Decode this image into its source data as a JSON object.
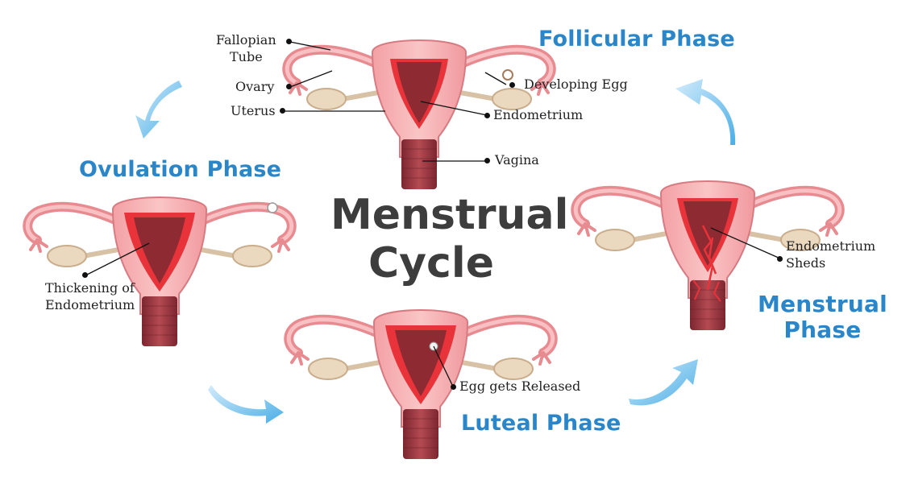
{
  "title": {
    "line1": "Menstrual",
    "line2": "Cycle"
  },
  "phases": {
    "follicular": "Follicular Phase",
    "ovulation": "Ovulation Phase",
    "luteal": "Luteal Phase",
    "menstrual_line1": "Menstrual",
    "menstrual_line2": "Phase"
  },
  "labels": {
    "fallopian_line1": "Fallopian",
    "fallopian_line2": "Tube",
    "ovary": "Ovary",
    "uterus": "Uterus",
    "developing_egg": "Developing Egg",
    "endometrium": "Endometrium",
    "vagina": "Vagina",
    "thickening_line1": "Thickening of",
    "thickening_line2": "Endometrium",
    "egg_released": "Egg gets Released",
    "sheds_line1": "Endometrium",
    "sheds_line2": "Sheds"
  },
  "colors": {
    "phase_text": "#2a86c8",
    "arrow": "#5fb7ea",
    "title_text": "#3d3d3d",
    "tissue": "#f4a3a6",
    "endometrium": "#e8333a",
    "cavity": "#8e2a32",
    "ovary": "#e8d6bd"
  }
}
